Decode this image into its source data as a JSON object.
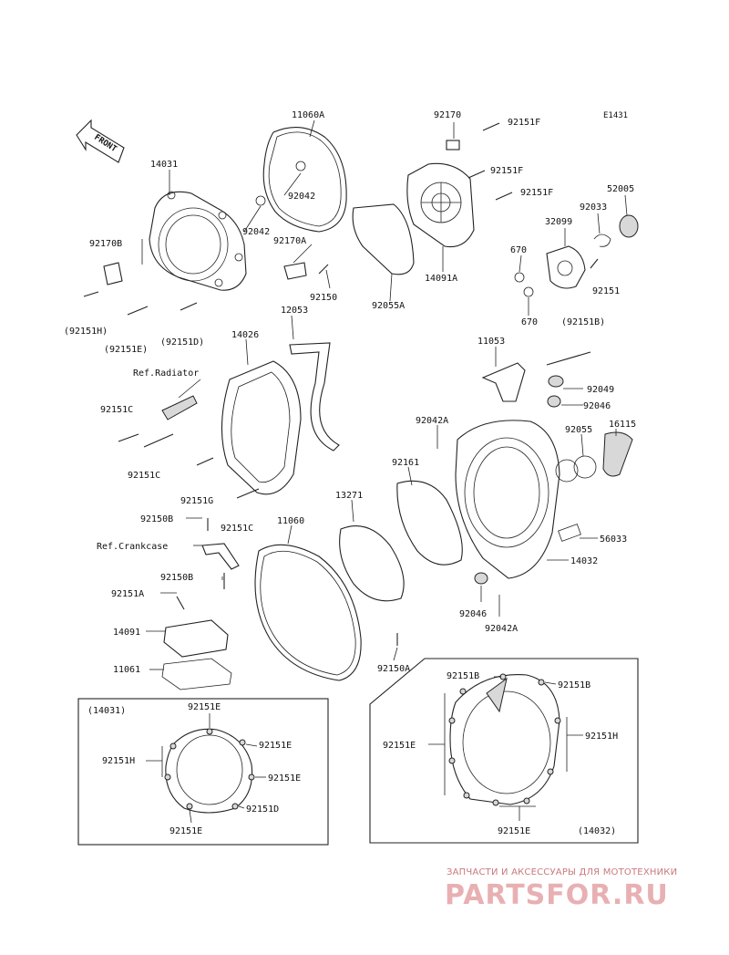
{
  "diagram_code": "E1431",
  "front_label": "FRONT",
  "labels": [
    "11060A",
    "92170",
    "92151F",
    "14031",
    "92042",
    "92151F",
    "92151F",
    "52005",
    "92033",
    "32099",
    "92042",
    "92170B",
    "92170A",
    "670",
    "14091A",
    "92151",
    "92150",
    "92055A",
    "670",
    "(92151B)",
    "12053",
    "(92151H)",
    "(92151E)",
    "(92151D)",
    "14026",
    "11053",
    "Ref.Radiator",
    "92049",
    "92046",
    "92151C",
    "92042A",
    "92055",
    "16115",
    "92161",
    "92151C",
    "92151G",
    "13271",
    "92150B",
    "92151C",
    "11060",
    "56033",
    "Ref.Crankcase",
    "14032",
    "92150B",
    "92151A",
    "92046",
    "92042A",
    "14091",
    "92150A",
    "11061"
  ],
  "inset_left": {
    "title": "(14031)",
    "labels": [
      "92151E",
      "92151E",
      "92151H",
      "92151E",
      "92151D",
      "92151E"
    ]
  },
  "inset_right": {
    "title": "(14032)",
    "labels": [
      "92151B",
      "92151B",
      "92151E",
      "92151H",
      "92151E"
    ]
  },
  "watermark": {
    "subtitle": "ЗАПЧАСТИ И АКСЕССУАРЫ ДЛЯ МОТОТЕХНИКИ",
    "logo": "PARTSFOR.RU"
  },
  "colors": {
    "line": "#222222",
    "watermark": "#e8b0b2"
  }
}
